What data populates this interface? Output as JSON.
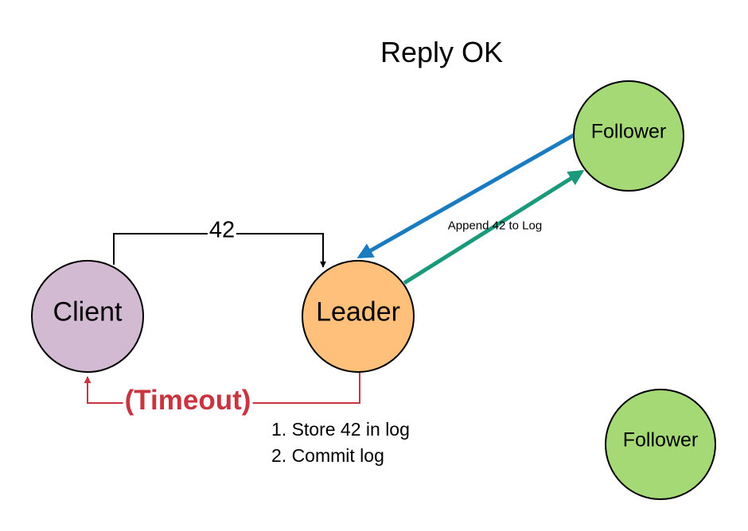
{
  "title": "Reply OK",
  "nodes": {
    "client": {
      "label": "Client",
      "color": "#d2bad2"
    },
    "leader": {
      "label": "Leader",
      "color": "#fec07a"
    },
    "follower_top": {
      "label": "Follower",
      "color": "#a5d976"
    },
    "follower_bottom": {
      "label": "Follower",
      "color": "#a5d976"
    }
  },
  "edges": {
    "client_to_leader": {
      "label": "42",
      "color": "#000000"
    },
    "leader_to_follower": {
      "label": "Append 42 to Log",
      "color": "#1a9a7a"
    },
    "follower_to_leader": {
      "label": "",
      "color": "#1a7bbf"
    },
    "leader_to_client_timeout": {
      "label": "(Timeout)",
      "color": "#c8343f"
    }
  },
  "leader_steps": [
    "1. Store 42 in log",
    "2. Commit log"
  ]
}
